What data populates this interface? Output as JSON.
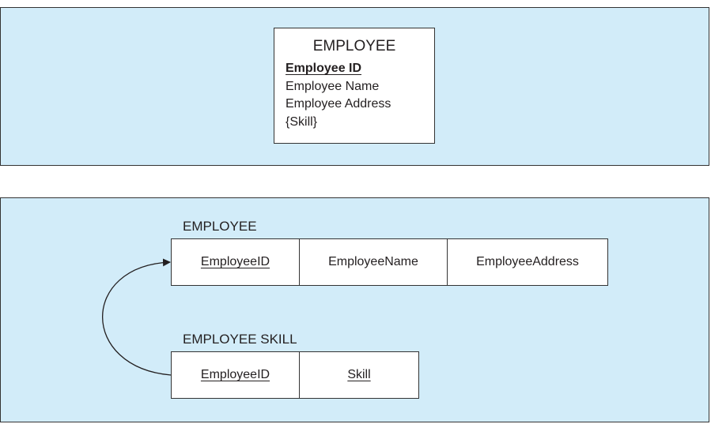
{
  "conceptual_model": {
    "entity_name": "EMPLOYEE",
    "attributes": [
      {
        "label": "Employee ID",
        "identifier": true
      },
      {
        "label": "Employee Name",
        "identifier": false
      },
      {
        "label": "Employee Address",
        "identifier": false
      },
      {
        "label": "{Skill}",
        "identifier": false
      }
    ]
  },
  "relational_model": {
    "employee_relation": {
      "name": "EMPLOYEE",
      "columns": [
        {
          "label": "EmployeeID",
          "key": true
        },
        {
          "label": "EmployeeName",
          "key": false
        },
        {
          "label": "EmployeeAddress",
          "key": false
        }
      ]
    },
    "employee_skill_relation": {
      "name": "EMPLOYEE SKILL",
      "columns": [
        {
          "label": "EmployeeID",
          "key": true
        },
        {
          "label": "Skill",
          "key": true
        }
      ]
    }
  },
  "colors": {
    "panel_fill": "#d2ecf9",
    "border": "#333333",
    "text": "#231f20"
  }
}
